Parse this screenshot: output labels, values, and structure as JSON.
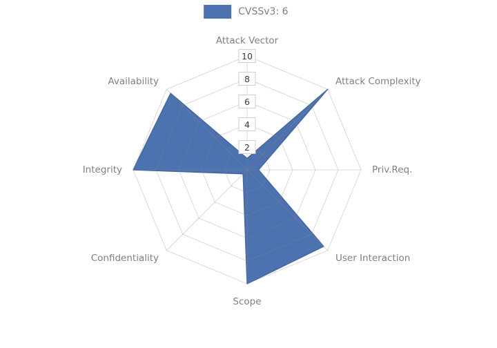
{
  "legend": {
    "label": "CVSSv3: 6",
    "swatch_color": "#4c72b0"
  },
  "chart_data": {
    "type": "radar",
    "categories": [
      "Attack Vector",
      "Attack Complexity",
      "Priv.Req.",
      "User Interaction",
      "Scope",
      "Confidentiality",
      "Integrity",
      "Availability"
    ],
    "series": [
      {
        "name": "CVSSv3: 6",
        "values": [
          1,
          10,
          1,
          9.5,
          10,
          0.5,
          10,
          9.5
        ]
      }
    ],
    "ticks": [
      2,
      4,
      6,
      8,
      10
    ],
    "rmin": 0,
    "rmax": 10,
    "angle_start": "top",
    "direction": "clockwise",
    "fill_color": "#4c72b0",
    "edge_color": "#44679f",
    "grid_color": "#8a8a8a",
    "tick_text_color": "#3a3a3a",
    "tick_box_border": "#cfcfcf",
    "axis_label_color": "#7f7f7f",
    "background": "#ffffff"
  }
}
